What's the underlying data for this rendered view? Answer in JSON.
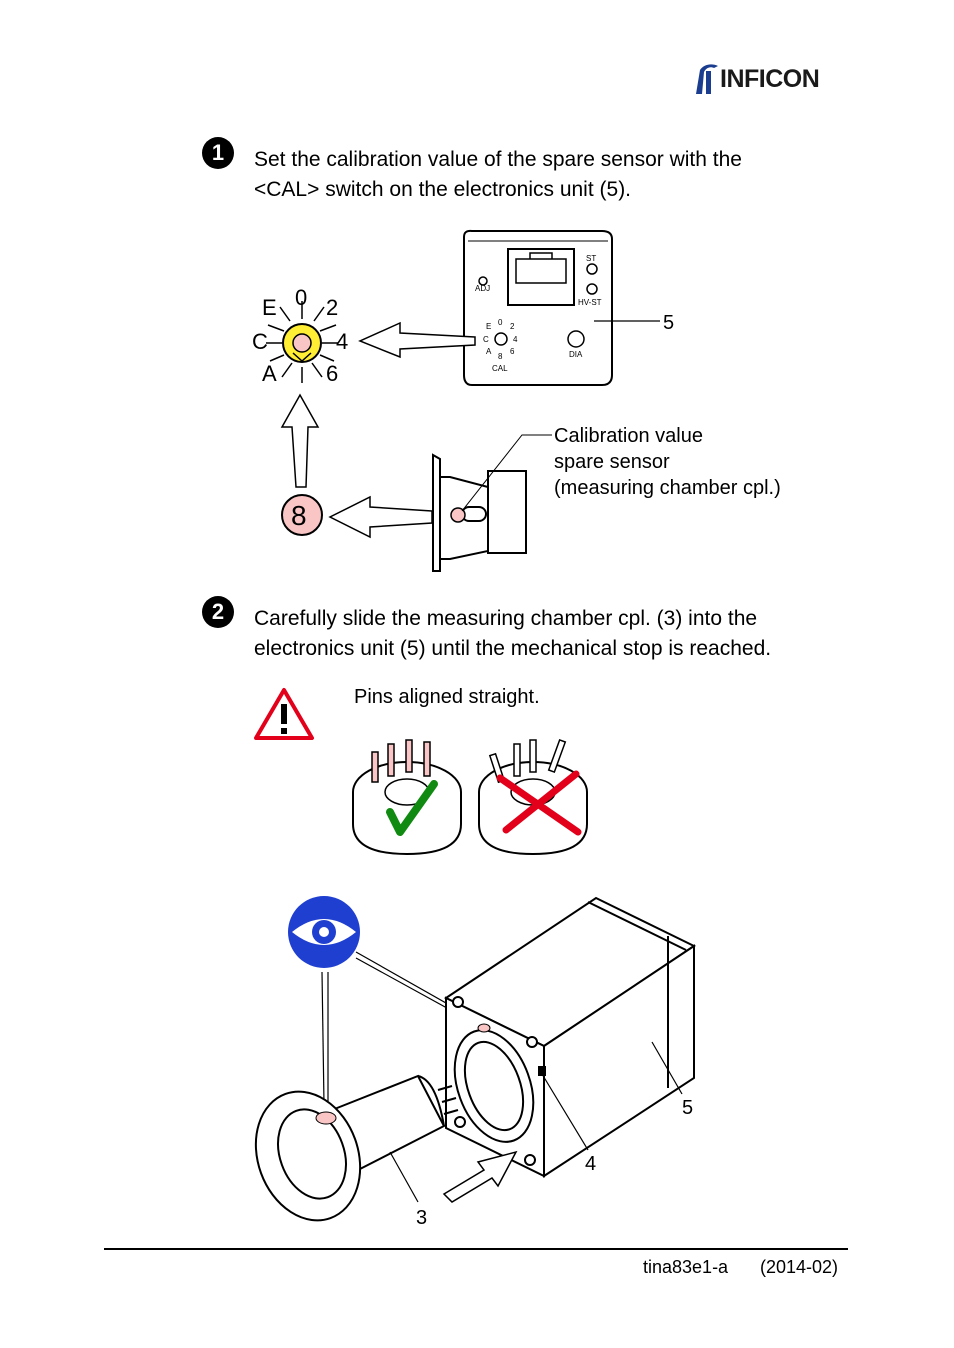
{
  "brand": {
    "name": "INFICON"
  },
  "step1": {
    "number": "1",
    "line1": "Set the calibration value of the spare sensor with the",
    "line2": "<CAL> switch on the electronics unit (5)."
  },
  "figure1": {
    "dial_labels": {
      "zero": "0",
      "two": "2",
      "four": "4",
      "six": "6",
      "a": "A",
      "c": "C",
      "e": "E"
    },
    "panel_labels": {
      "adj": "ADJ",
      "st": "ST",
      "hvst": "HV-ST",
      "dia": "DIA",
      "cal": "CAL",
      "small_0": "0",
      "small_2": "2",
      "small_4": "4",
      "small_6": "6",
      "small_8": "8",
      "small_a": "A",
      "small_c": "C",
      "small_e": "E"
    },
    "callout_5": "5",
    "badge_value": "8",
    "calib_label": {
      "line1": "Calibration value",
      "line2": "spare sensor",
      "line3": "(measuring chamber cpl.)"
    }
  },
  "step2": {
    "number": "2",
    "line1": "Carefully slide the measuring chamber cpl. (3) into the",
    "line2": "electronics unit (5) until the mechanical stop is reached."
  },
  "warning": {
    "text": "Pins aligned straight."
  },
  "figure2": {
    "label_3": "3",
    "label_4": "4",
    "label_5": "5"
  },
  "footer": {
    "doc_id": "tina83e1-a",
    "date": "(2014-02)"
  },
  "colors": {
    "brand_blue": "#1a3d8f",
    "eye_blue": "#1f3fd0",
    "warning_red": "#e2001a",
    "dial_yellow": "#ffee33",
    "badge_pink": "#f9c5c5",
    "check_green": "#118a11"
  }
}
